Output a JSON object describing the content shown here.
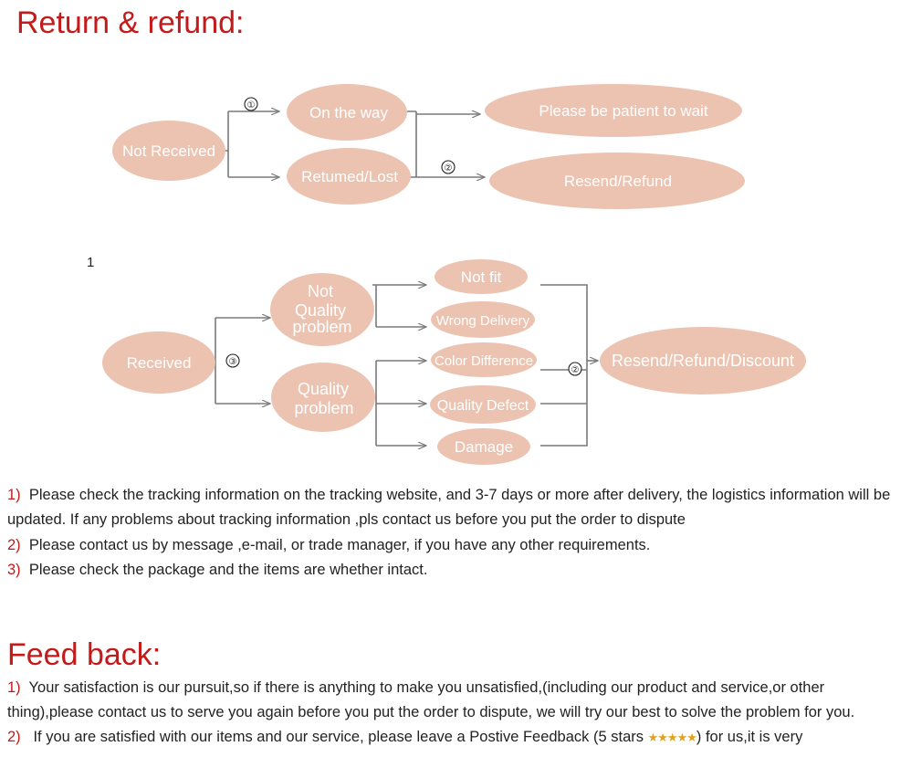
{
  "return_section": {
    "title": "Return & refund:",
    "flow1": {
      "start": "Not Received",
      "branch_a": "On the way",
      "branch_b": "Retumed/Lost",
      "outcome_a": "Please be patient to wait",
      "outcome_b": "Resend/Refund",
      "marker_1": "①",
      "marker_2": "②"
    },
    "stray_label": "1",
    "flow2": {
      "start": "Received",
      "marker_3": "③",
      "branch_a_lines": [
        "Not",
        "Quality",
        "problem"
      ],
      "branch_b_lines": [
        "Quality",
        "problem"
      ],
      "issues": [
        "Not fit",
        "Wrong Delivery",
        "Color Difference",
        "Quality Defect",
        "Damage"
      ],
      "marker_2": "②",
      "outcome": "Resend/Refund/Discount"
    },
    "notes": [
      {
        "num": "1)",
        "text": "Please check the tracking information on the tracking website, and 3-7 days or more after delivery, the logistics information will be updated. If any problems about tracking information ,pls contact us before you put the order to dispute"
      },
      {
        "num": "2)",
        "text": "Please contact us by message ,e-mail, or trade manager, if you have any other requirements."
      },
      {
        "num": "3)",
        "text": "Please check the package and the items are whether intact."
      }
    ]
  },
  "feedback_section": {
    "title": "Feed back:",
    "items": [
      {
        "num": "1)",
        "text": "Your satisfaction is our pursuit,so if there is anything to make you unsatisfied,(including our product and service,or other thing),please contact us to serve you again before you put the order to dispute, we will try our best to solve the problem for you."
      },
      {
        "num": "2)",
        "text_before": "If you are satisfied with our items and our service, please leave a Postive Feedback (5 stars ",
        "stars": "★★★★★",
        "text_after": ") for us,it is very"
      }
    ]
  },
  "colors": {
    "heading": "#c41a1a",
    "oval": "#ecc3b0",
    "arrow": "#7a7a7a",
    "star": "#e2a21d"
  }
}
